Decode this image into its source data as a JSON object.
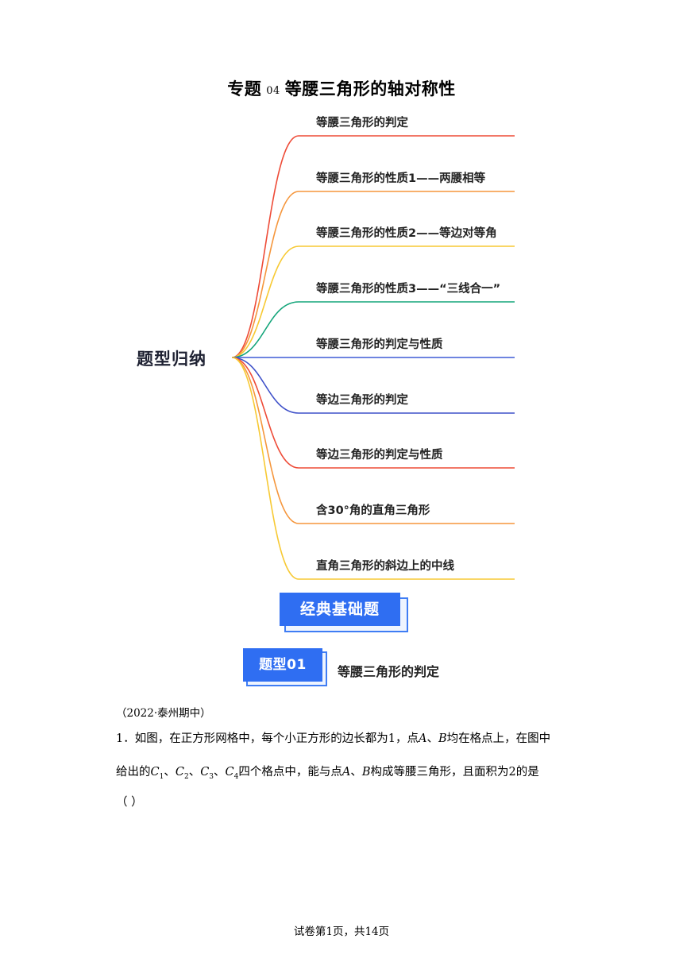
{
  "title": {
    "prefix": "专题",
    "number": "04",
    "text": "等腰三角形的轴对称性"
  },
  "mindmap": {
    "root": "题型归纳",
    "branches": [
      {
        "label": "等腰三角形的判定",
        "color": "#ee4b37"
      },
      {
        "label": "等腰三角形的性质1——两腰相等",
        "color": "#f5963c"
      },
      {
        "label": "等腰三角形的性质2——等边对等角",
        "color": "#f7c933"
      },
      {
        "label": "等腰三角形的性质3——“三线合一”",
        "color": "#14a57a"
      },
      {
        "label": "等腰三角形的判定与性质",
        "color": "#3f5bd6"
      },
      {
        "label": "等边三角形的判定",
        "color": "#3f51c9"
      },
      {
        "label": "等边三角形的判定与性质",
        "color": "#ee4b37"
      },
      {
        "label": "含30°角的直角三角形",
        "color": "#f5963c"
      },
      {
        "label": "直角三角形的斜边上的中线",
        "color": "#f7c933"
      }
    ]
  },
  "section_banner": "经典基础题",
  "topic": {
    "badge": "题型01",
    "title": "等腰三角形的判定"
  },
  "question": {
    "source": "（2022·泰州期中）",
    "number": "1．",
    "line1": "如图，在正方形网格中，每个小正方形的边长都为1，点",
    "line1_tail": "均在格点上，在图中",
    "line2_head": "给出的",
    "line2_mid": "四个格点中，能与点",
    "line2_tail": "构成等腰三角形，且面积为2的是",
    "line3": "（    ）",
    "point_a": "A",
    "point_b": "B",
    "sep": "、",
    "grid_points": [
      "C1",
      "C2",
      "C3",
      "C4"
    ]
  },
  "footer": "试卷第1页，共14页"
}
